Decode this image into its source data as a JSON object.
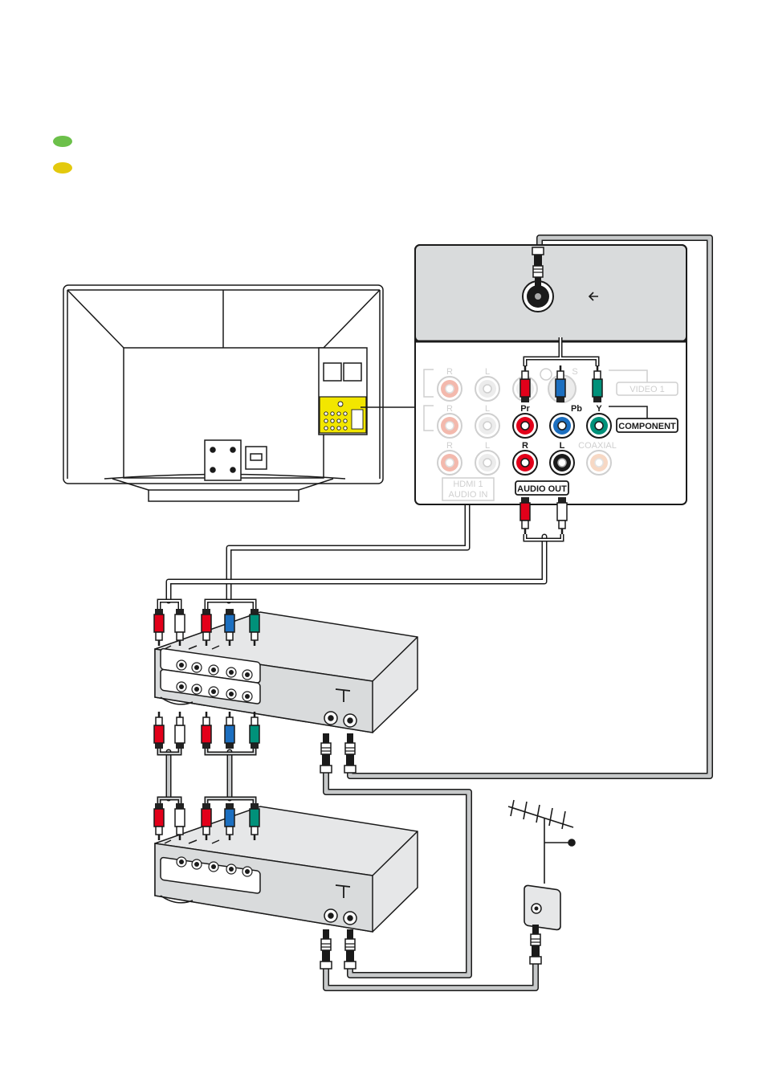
{
  "legend": {
    "green_color": "#6cc04a",
    "yellow_color": "#e3c90e"
  },
  "panel_labels": {
    "r": "R",
    "l": "L",
    "s": "S",
    "pr": "Pr",
    "pb": "Pb",
    "y": "Y",
    "video1": "VIDEO 1",
    "component": "COMPONENT",
    "coaxial": "COAXIAL",
    "hdmi_audio_line1": "HDMI 1",
    "hdmi_audio_line2": "AUDIO IN",
    "audio_out": "AUDIO OUT"
  },
  "colors": {
    "red": "#e2001a",
    "white": "#ffffff",
    "blue": "#1c6fc0",
    "green": "#00917a",
    "cable": "#c7c9ca",
    "device": "#d9dbdc",
    "ink": "#1a1a1a",
    "faded": "#cfcfcf"
  }
}
